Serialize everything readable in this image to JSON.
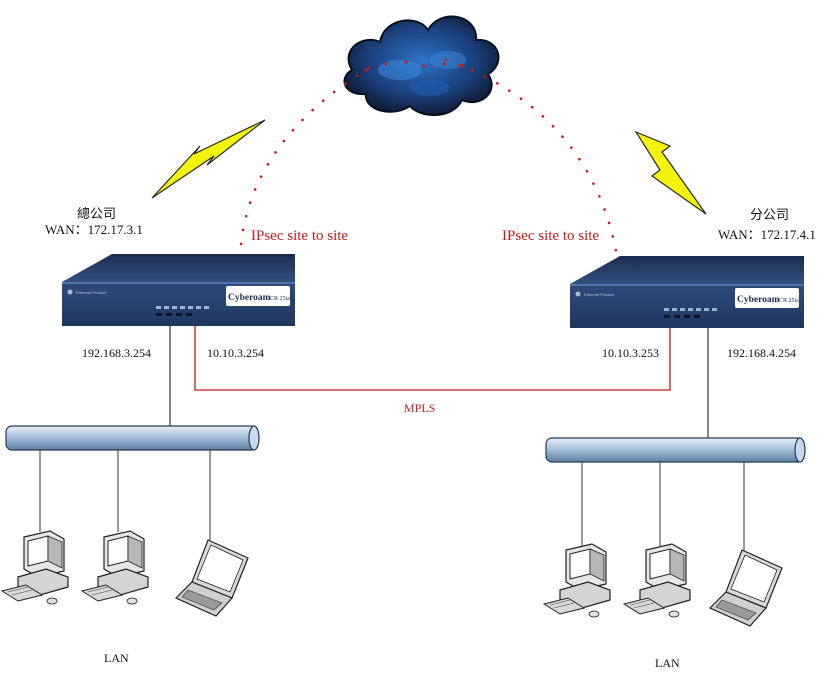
{
  "hq": {
    "name": "總公司",
    "wan": "WAN：172.17.3.1",
    "lan_ip": "192.168.3.254",
    "mpls_ip": "10.10.3.254",
    "tunnel_label": "IPsec site to site",
    "lan_label": "LAN"
  },
  "branch": {
    "name": "分公司",
    "wan": "WAN：172.17.4.1",
    "lan_ip": "192.168.4.254",
    "mpls_ip": "10.10.3.253",
    "tunnel_label": "IPsec site to site",
    "lan_label": "LAN"
  },
  "mpls_label": "MPLS",
  "device": {
    "brand": "Cyberoam",
    "model": "CR 25ia",
    "tag": "Ethernet Product"
  },
  "icons": [
    "cloud-icon",
    "lightning-icon",
    "router-icon",
    "lan-bus-icon",
    "desktop-pc-icon",
    "laptop-icon"
  ],
  "colors": {
    "link_red": "#c8191b",
    "device_navy": "#25406e",
    "bus_blue": "#9cb8d6",
    "lightning_yellow": "#f2f20a"
  }
}
